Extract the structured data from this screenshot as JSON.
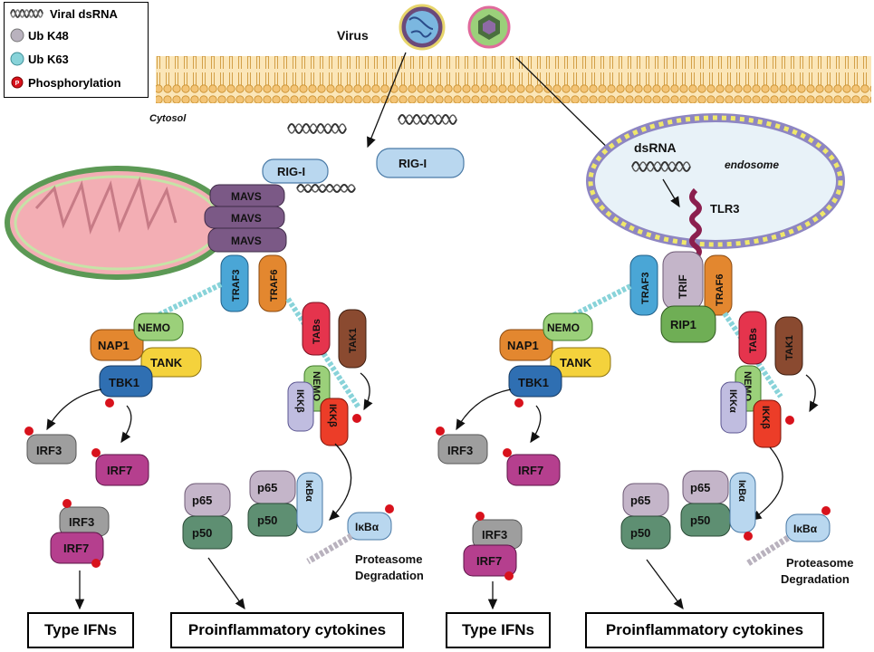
{
  "legend": {
    "viral_dsrna": "Viral dsRNA",
    "ub_k48": "Ub K48",
    "ub_k63": "Ub K63",
    "phosphorylation": "Phosphorylation"
  },
  "colors": {
    "ub_k48": "#b9b2be",
    "ub_k63": "#88d3d9",
    "phospho": "#d8121c",
    "membrane": "#f3c476",
    "mito": "#f3aeb4",
    "mito_outer": "#69a860",
    "mavs": "#7b5986",
    "traf3": "#4aa6d6",
    "traf6": "#e3872f",
    "endosome": "#e8f2f8"
  },
  "labels": {
    "virus": "Virus",
    "cytosol": "Cytosol",
    "endosome": "endosome",
    "dsrna": "dsRNA",
    "tlr3": "TLR3",
    "rig_i": "RIG-I",
    "mavs": "MAVS",
    "traf3": "TRAF3",
    "traf6": "TRAF6",
    "trif": "TRIF",
    "rip1": "RIP1",
    "nap1": "NAP1",
    "nemo": "NEMO",
    "tank": "TANK",
    "tbk1": "TBK1",
    "tabs": "TABs",
    "tak1": "TAK1",
    "ikkb": "IKKβ",
    "ikka": "IKKα",
    "irf3": "IRF3",
    "irf7": "IRF7",
    "p65": "p65",
    "p50": "p50",
    "ikba": "IκBα",
    "proteasome": "Proteasome",
    "degradation": "Degradation"
  },
  "outputs": {
    "type_ifns": "Type IFNs",
    "cytokines": "Proinflammatory cytokines"
  }
}
